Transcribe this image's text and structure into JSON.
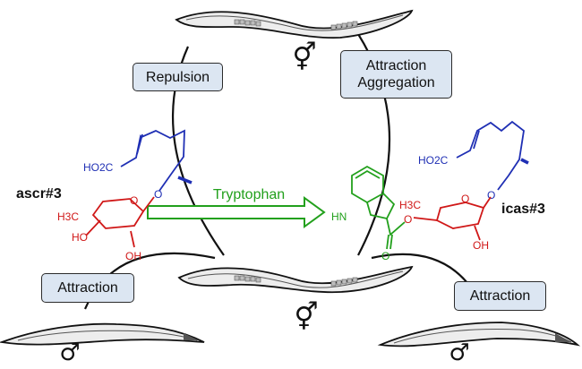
{
  "labels": {
    "repulsion": "Repulsion",
    "attraction_aggregation_line1": "Attraction",
    "attraction_aggregation_line2": "Aggregation",
    "attraction_left": "Attraction",
    "attraction_right": "Attraction",
    "tryptophan": "Tryptophan"
  },
  "compounds": {
    "ascr3": "ascr#3",
    "icas3": "icas#3"
  },
  "chem_text": {
    "ho2c": "HO2C",
    "h3c": "H3C",
    "ho": "HO",
    "oh": "OH",
    "o": "O",
    "hn": "HN"
  },
  "symbols": {
    "hermaphrodite": "⚥",
    "male": "♂"
  },
  "colors": {
    "box_fill": "#dce6f2",
    "fatty_chain": "#1f2fb4",
    "sugar": "#d01818",
    "indole": "#22a01c",
    "arrow_green": "#22a01c",
    "lines": "#111111"
  }
}
